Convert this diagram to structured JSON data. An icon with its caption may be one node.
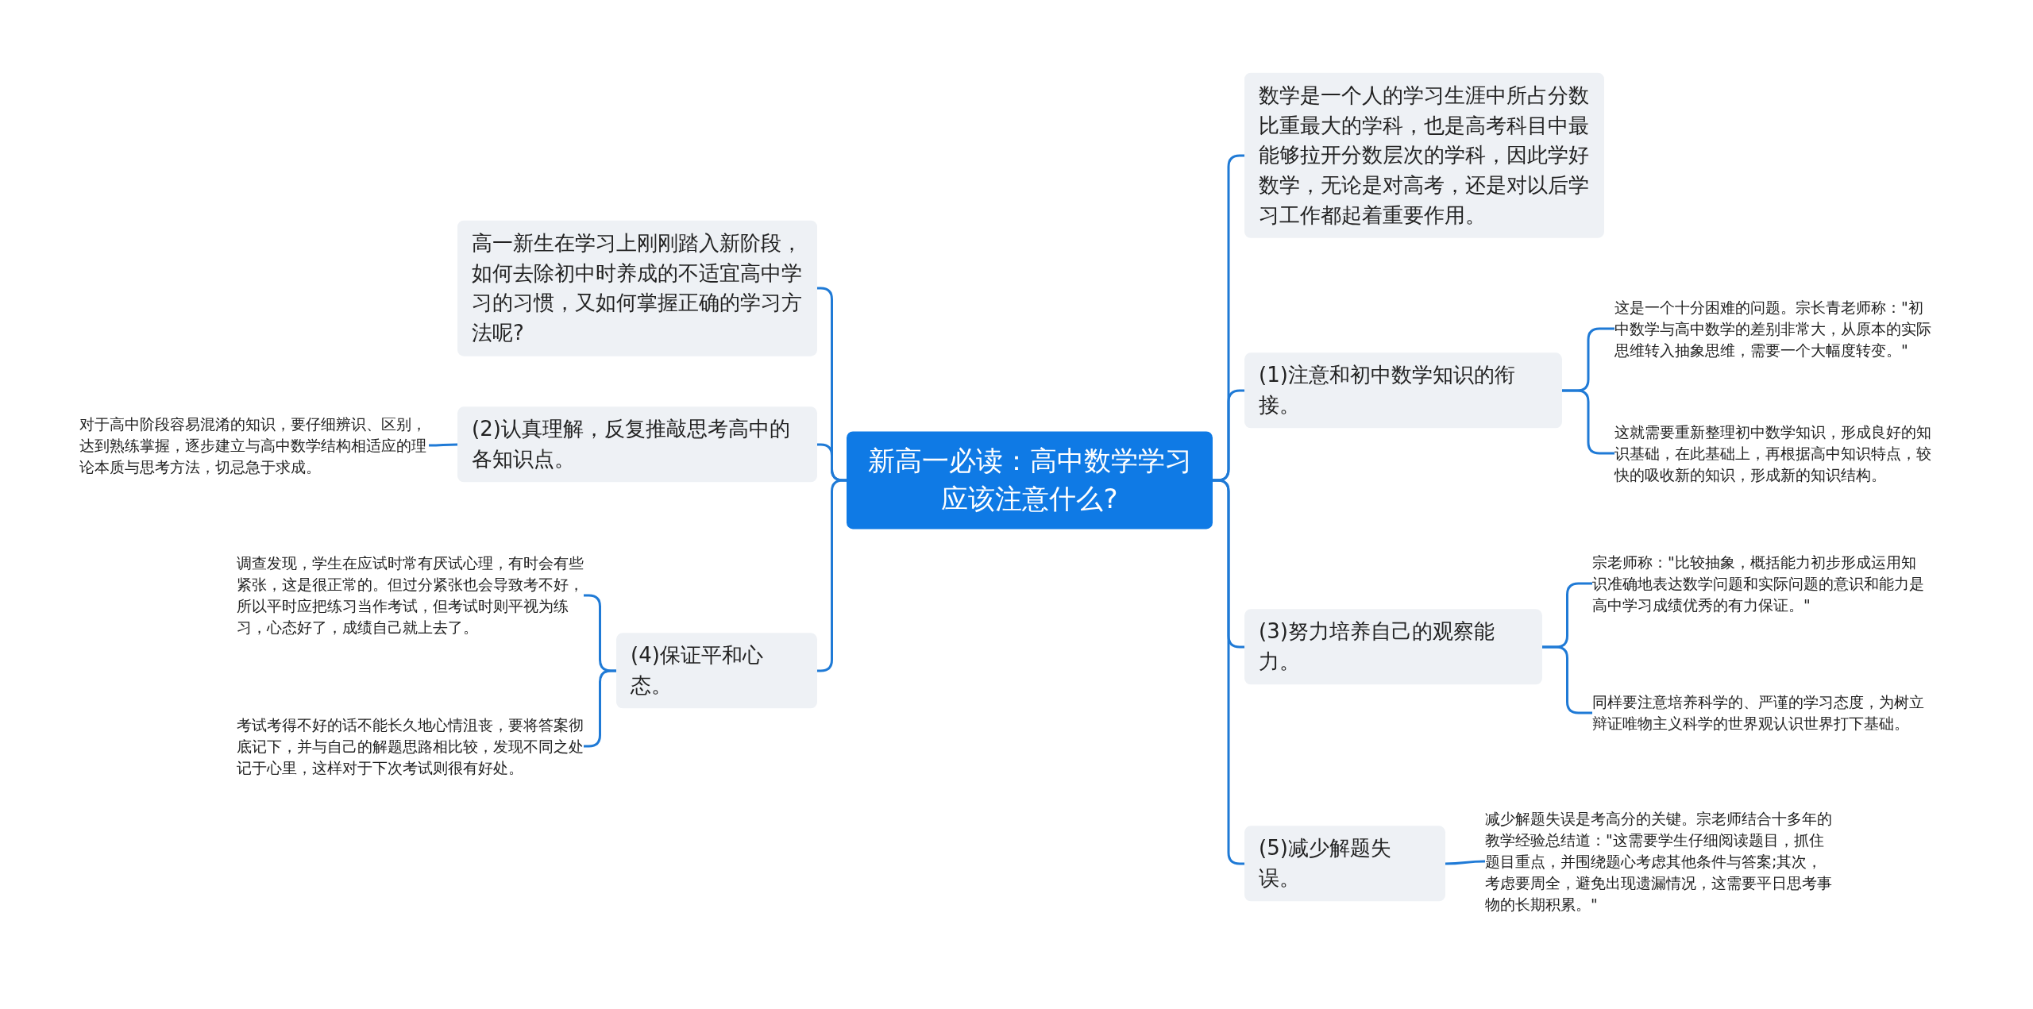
{
  "diagram": {
    "nodes": [
      {
        "text": [
          "新高一必读：高中数学学习应该注意什么?"
        ]
      },
      {
        "text": [
          "高一新生在学习上刚刚踏入新阶段，如何去除初中时养成的不适宜高中学习的习惯，又如何掌握正确的学习方法呢?"
        ]
      },
      {
        "text": [
          "(2)认真理解，反复推敲思考高中的各知识点。"
        ]
      },
      {
        "text": [
          "对于高中阶段容易混淆的知识，要仔细辨识、区别，达到熟练掌握，逐步建立与高中数学结构相适应的理论本质与思考方法，切忌急于求成。"
        ]
      },
      {
        "text": [
          "(4)保证平和心态。"
        ]
      },
      {
        "text": [
          "调查发现，学生在应试时常有厌试心理，有时会有些紧张，这是很正常的。但过分紧张也会导致考不好，所以平时应把练习当作考试，但考试时则平视为练习，心态好了，成绩自己就上去了。"
        ]
      },
      {
        "text": [
          "考试考得不好的话不能长久地心情沮丧，要将答案彻底记下，并与自己的解题思路相比较，发现不同之处记于心里，这样对于下次考试则很有好处。"
        ]
      },
      {
        "text": [
          "数学是一个人的学习生涯中所占分数比重最大的学科，也是高考科目中最能够拉开分数层次的学科，因此学好数学，无论是对高考，还是对以后学习工作都起着重要作用。"
        ]
      },
      {
        "text": [
          "(1)注意和初中数学知识的衔接。"
        ]
      },
      {
        "text": [
          "这是一个十分困难的问题。宗长青老师称：\"初中数学与高中数学的差别非常大，从原本的实际思维转入抽象思维，需要一个大幅度转变。\""
        ]
      },
      {
        "text": [
          "这就需要重新整理初中数学知识，形成良好的知识基础，在此基础上，再根据高中知识特点，较快的吸收新的知识，形成新的知识结构。"
        ]
      },
      {
        "text": [
          "(3)努力培养自己的观察能力。"
        ]
      },
      {
        "text": [
          "宗老师称：\"比较抽象，概括能力初步形成运用知识准确地表达数学问题和实际问题的意识和能力是高中学习成绩优秀的有力保证。\""
        ]
      },
      {
        "text": [
          "同样要注意培养科学的、严谨的学习态度，为树立辩证唯物主义科学的世界观认识世界打下基础。"
        ]
      },
      {
        "text": [
          "(5)减少解题失误。"
        ]
      },
      {
        "text": [
          "减少解题失误是考高分的关键。宗老师结合十多年的教学经验总结道：\"这需要学生仔细阅读题目，抓住题目重点，并围绕题心考虑其他条件与答案;其次，考虑要周全，避免出现遗漏情况，这需要平日思考事物的长期积累。\""
        ]
      }
    ],
    "edges": [
      {
        "from": 0,
        "to": 1,
        "arrow": "none"
      },
      {
        "from": 0,
        "to": 2,
        "arrow": "none"
      },
      {
        "from": 2,
        "to": 3,
        "arrow": "none"
      },
      {
        "from": 0,
        "to": 4,
        "arrow": "none"
      },
      {
        "from": 4,
        "to": 5,
        "arrow": "none"
      },
      {
        "from": 4,
        "to": 6,
        "arrow": "none"
      },
      {
        "from": 0,
        "to": 7,
        "arrow": "none"
      },
      {
        "from": 0,
        "to": 8,
        "arrow": "none"
      },
      {
        "from": 8,
        "to": 9,
        "arrow": "none"
      },
      {
        "from": 8,
        "to": 10,
        "arrow": "none"
      },
      {
        "from": 0,
        "to": 11,
        "arrow": "none"
      },
      {
        "from": 11,
        "to": 12,
        "arrow": "none"
      },
      {
        "from": 11,
        "to": 13,
        "arrow": "none"
      },
      {
        "from": 0,
        "to": 14,
        "arrow": "none"
      },
      {
        "from": 14,
        "to": 15,
        "arrow": "none"
      }
    ]
  }
}
